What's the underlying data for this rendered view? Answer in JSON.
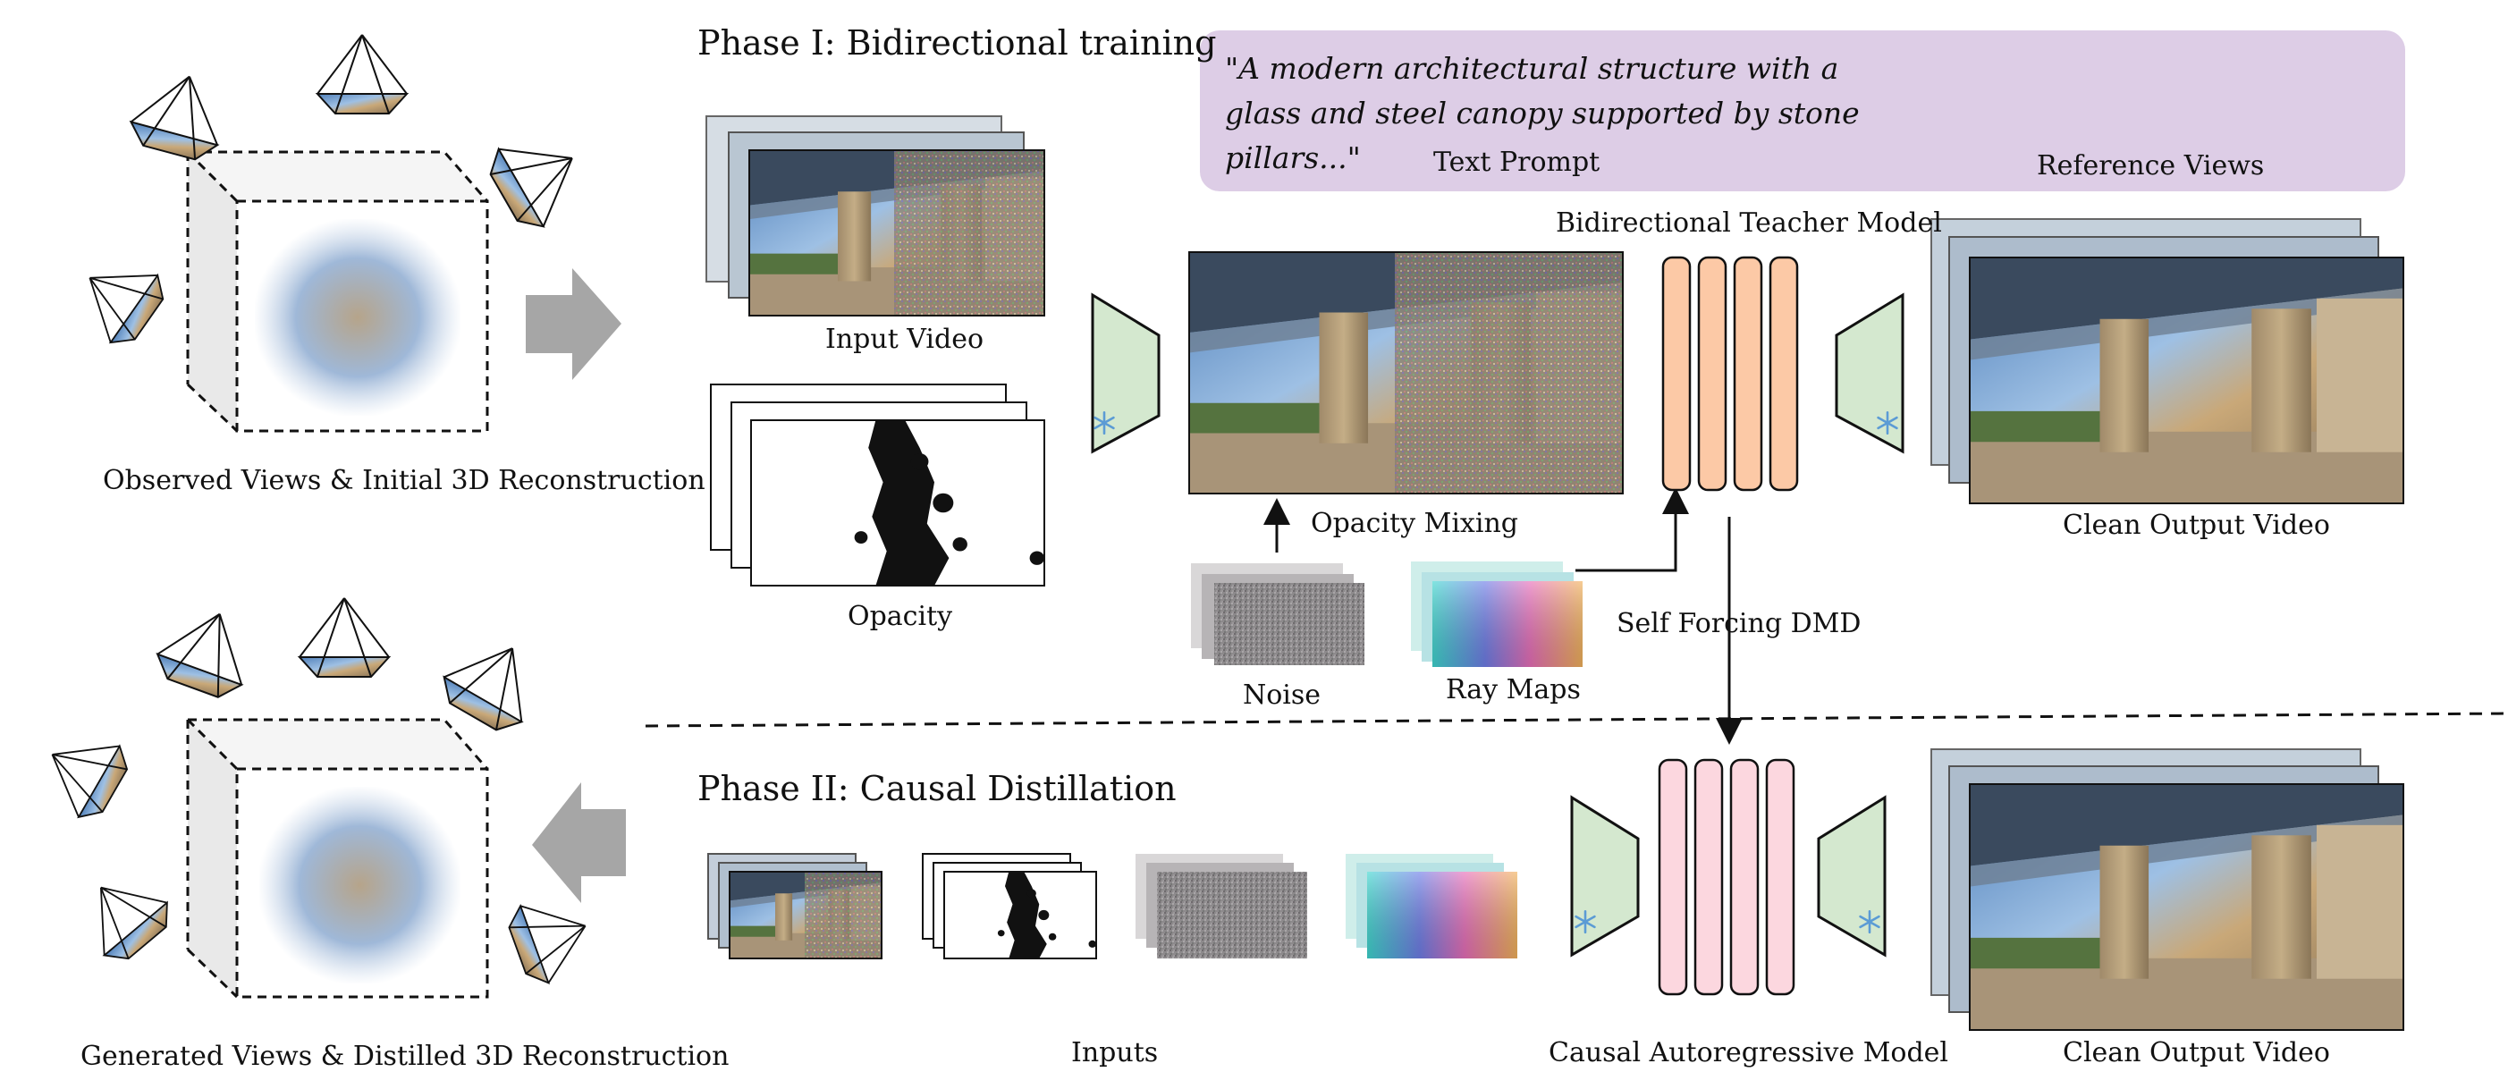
{
  "phase1": {
    "title": "Phase I: Bidirectional training",
    "text_prompt_quote": "\"A modern architectural structure with a glass and steel canopy supported by stone pillars...\"",
    "text_prompt_label": "Text Prompt",
    "reference_views_label": "Reference Views",
    "teacher_label": "Bidirectional Teacher Model",
    "input_video_label": "Input Video",
    "opacity_label": "Opacity",
    "opacity_mixing_label": "Opacity Mixing",
    "noise_label": "Noise",
    "ray_maps_label": "Ray Maps",
    "clean_output_label": "Clean Output Video",
    "self_forcing_label": "Self Forcing DMD"
  },
  "phase2": {
    "title": "Phase II: Causal Distillation",
    "inputs_label": "Inputs",
    "model_label": "Causal Autoregressive Model",
    "clean_output_label": "Clean Output Video"
  },
  "left": {
    "observed_label": "Observed Views & Initial 3D Reconstruction",
    "generated_label": "Generated Views & Distilled 3D Reconstruction"
  },
  "colors": {
    "encoder_green": "#d4e8cf",
    "teacher_orange": "#fcc9a6",
    "student_pink": "#fcd7df",
    "prompt_purple": "#ddcde6",
    "arrow_gray": "#a6a6a6",
    "snowflake_blue": "#5b9bd5"
  },
  "icons": [
    "camera-frustum-icon",
    "snowflake-icon",
    "big-arrow-right-icon",
    "big-arrow-left-icon"
  ]
}
